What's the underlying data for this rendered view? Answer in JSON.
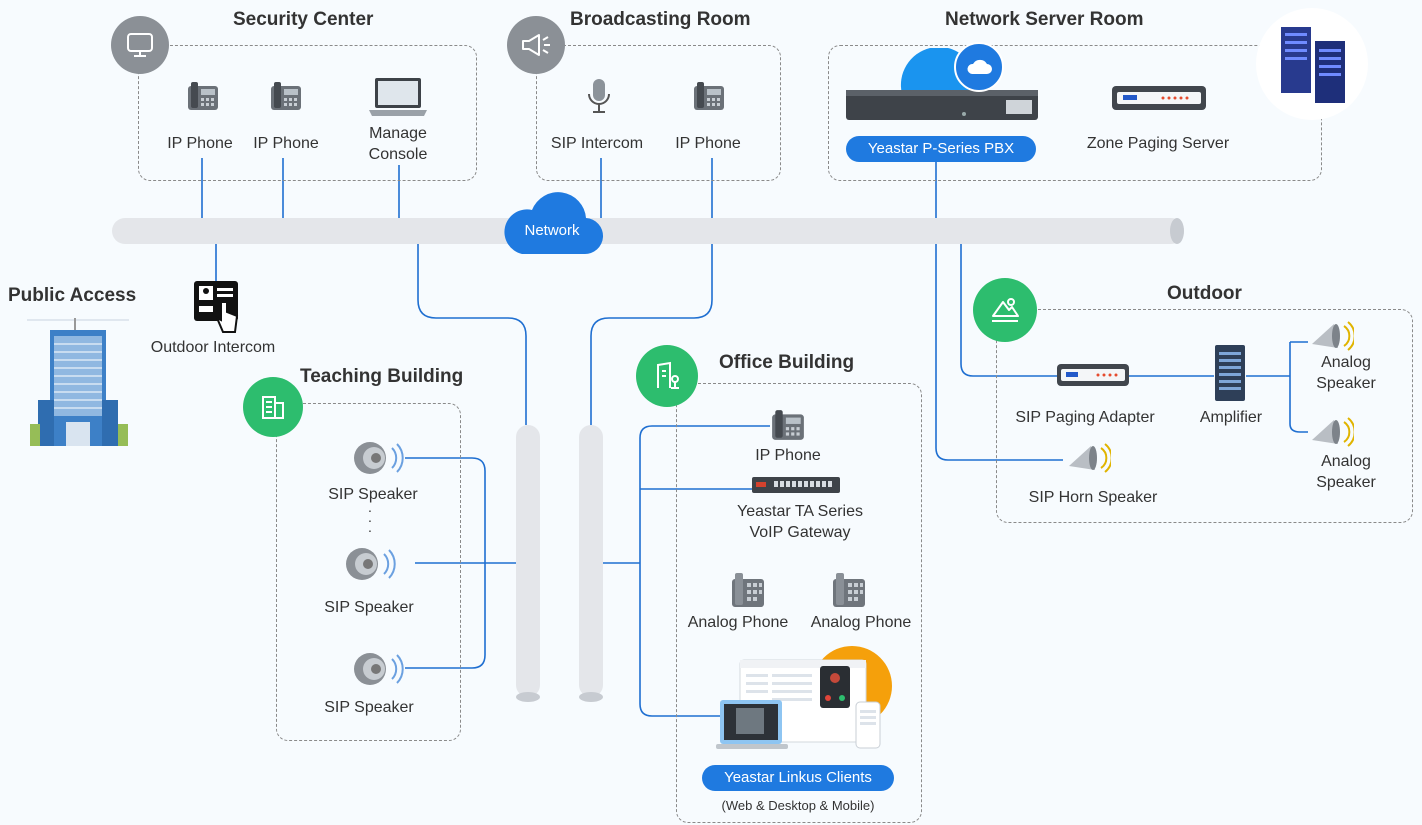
{
  "zones": {
    "security_center": {
      "title": "Security Center",
      "devices": [
        "IP Phone",
        "IP Phone",
        "Manage\nConsole"
      ]
    },
    "broadcasting_room": {
      "title": "Broadcasting Room",
      "devices": [
        "SIP Intercom",
        "IP Phone"
      ]
    },
    "network_server_room": {
      "title": "Network Server Room",
      "pbx": "Yeastar P-Series PBX",
      "paging_server": "Zone Paging Server"
    },
    "public_access": {
      "title": "Public Access",
      "intercom": "Outdoor Intercom"
    },
    "teaching_building": {
      "title": "Teaching Building",
      "speakers": [
        "SIP Speaker",
        "SIP Speaker",
        "SIP Speaker"
      ],
      "ellipsis": "·\n·\n·"
    },
    "office_building": {
      "title": "Office Building",
      "ip_phone": "IP Phone",
      "gateway": "Yeastar TA Series\nVoIP Gateway",
      "analog_phone_1": "Analog Phone",
      "analog_phone_2": "Analog Phone",
      "linkus": "Yeastar Linkus Clients",
      "linkus_sub": "(Web & Desktop & Mobile)"
    },
    "outdoor": {
      "title": "Outdoor",
      "paging_adapter": "SIP Paging Adapter",
      "amplifier": "Amplifier",
      "analog_speaker_1": "Analog\nSpeaker",
      "analog_speaker_2": "Analog\nSpeaker",
      "horn": "SIP Horn Speaker"
    }
  },
  "network": {
    "label": "Network"
  },
  "colors": {
    "accent": "#1f7ae0",
    "green": "#2dbd6e",
    "gray_badge": "#8b9096",
    "line": "#1f6fd1",
    "bus": "#e4e6ea",
    "orange": "#f5a00b"
  }
}
